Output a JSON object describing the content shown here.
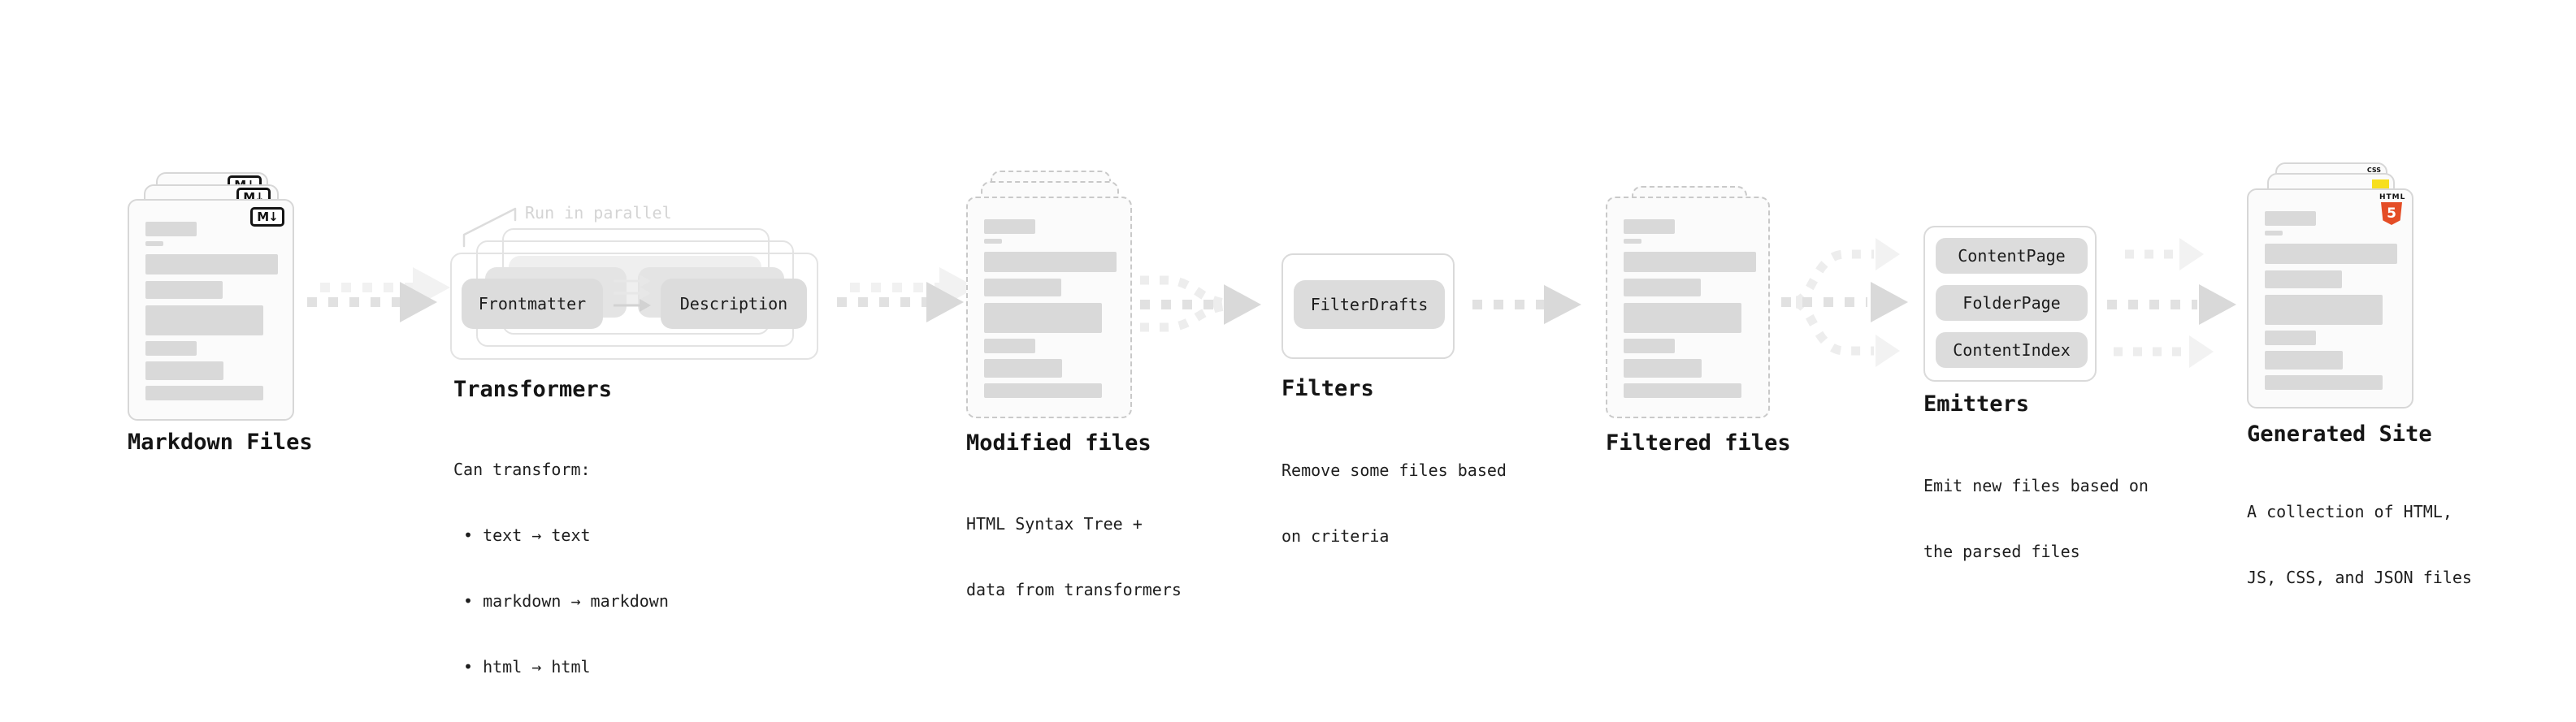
{
  "stages": {
    "markdown_files": {
      "title": "Markdown Files",
      "badge": "M↓"
    },
    "transformers": {
      "title": "Transformers",
      "annotation": "Run in parallel",
      "input_pill": "Frontmatter",
      "output_pill": "Description",
      "desc_heading": "Can transform:",
      "bullet_1": "• text → text",
      "bullet_2": "• markdown → markdown",
      "bullet_3": "• html → html"
    },
    "modified_files": {
      "title": "Modified files",
      "desc_1": "HTML Syntax Tree +",
      "desc_2": "data from transformers"
    },
    "filters": {
      "title": "Filters",
      "pill": "FilterDrafts",
      "desc_1": "Remove some files based",
      "desc_2": "on criteria"
    },
    "filtered_files": {
      "title": "Filtered files"
    },
    "emitters": {
      "title": "Emitters",
      "pill_1": "ContentPage",
      "pill_2": "FolderPage",
      "pill_3": "ContentIndex",
      "desc_1": "Emit new files based on",
      "desc_2": "the parsed files"
    },
    "generated_site": {
      "title": "Generated Site",
      "desc_1": "A collection of HTML,",
      "desc_2": "JS, CSS, and JSON files",
      "html_badge_label": "HTML",
      "html_badge_number": "5",
      "css_badge_label": "CSS"
    }
  },
  "colors": {
    "html5_orange": "#e44d26",
    "js_yellow": "#f7df1e",
    "css_blue": "#2965f1"
  }
}
